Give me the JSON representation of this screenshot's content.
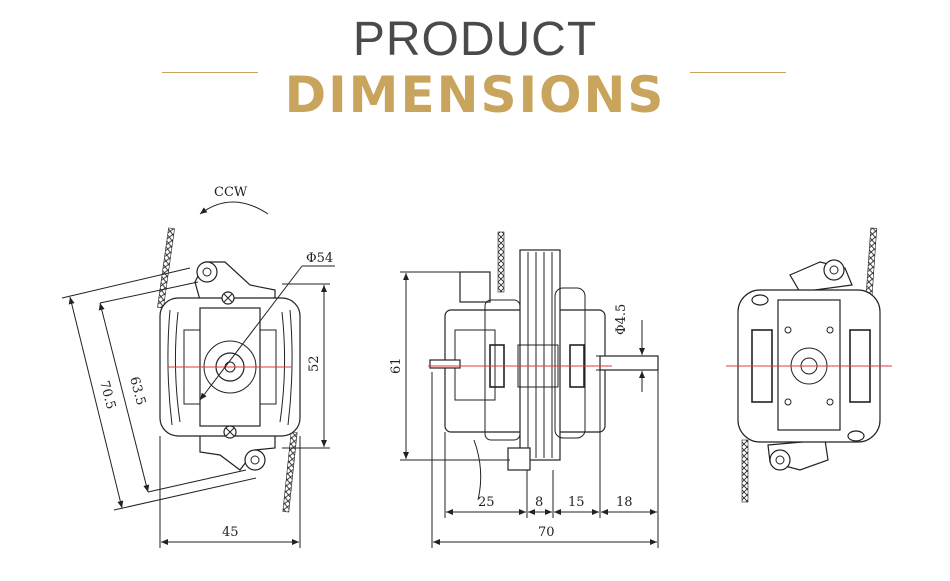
{
  "header": {
    "line1": "PRODUCT",
    "line2": "DIMENSIONS",
    "accent_color": "#c9a45c",
    "text_color": "#4a4a4a"
  },
  "front_view": {
    "rotation": "CCW",
    "phi54": "Φ54",
    "dim_52": "52",
    "dim_635": "63.5",
    "dim_705": "70.5",
    "dim_45": "45"
  },
  "side_view": {
    "phi45": "Φ4.5",
    "dim_61": "61",
    "dim_25": "25",
    "dim_8": "8",
    "dim_15": "15",
    "dim_18": "18",
    "dim_70": "70"
  }
}
